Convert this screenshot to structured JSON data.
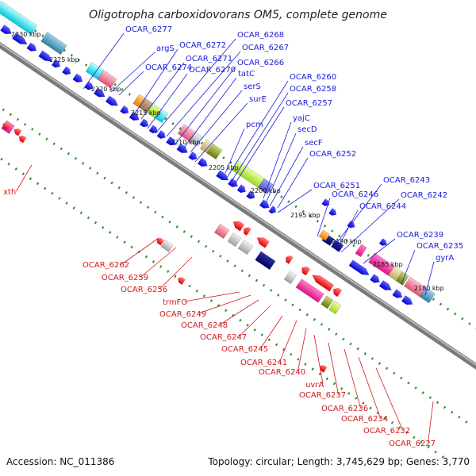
{
  "title": "Oligotropha carboxidovorans OM5, complete genome",
  "footer": {
    "accession": "Accession: NC_011386",
    "summary": "Topology: circular; Length: 3,745,629 bp; Genes: 3,770"
  },
  "colors": {
    "backbone": "#7a7a7a",
    "forward_cds": "#0000e0",
    "reverse_cds": "#e00000",
    "forward_label": "#1a1adb",
    "reverse_label": "#d11a1a",
    "tick": "#2e8b2e"
  },
  "kbp_ticks": [
    "2230 kbp",
    "2225 kbp",
    "2220 kbp",
    "2215 kbp",
    "2210 kbp",
    "2205 kbp",
    "2200 kbp",
    "2195 kbp",
    "2190 kbp",
    "2185 kbp",
    "2180 kbp"
  ],
  "forward_labels": [
    "OCAR_6277",
    "argS",
    "OCAR_6274",
    "OCAR_6272",
    "OCAR_6271",
    "OCAR_6270",
    "OCAR_6268",
    "OCAR_6267",
    "OCAR_6266",
    "tatC",
    "serS",
    "surE",
    "pcm",
    "OCAR_6260",
    "OCAR_6258",
    "OCAR_6257",
    "yajC",
    "secD",
    "secF",
    "OCAR_6252",
    "OCAR_6251",
    "OCAR_6246",
    "OCAR_6243",
    "OCAR_6242",
    "OCAR_6244",
    "OCAR_6239",
    "OCAR_6235",
    "gyrA"
  ],
  "reverse_labels": [
    "xth",
    "OCAR_6262",
    "OCAR_6259",
    "OCAR_6256",
    "trmFO",
    "OCAR_6249",
    "OCAR_6248",
    "OCAR_6247",
    "OCAR_6245",
    "OCAR_6241",
    "OCAR_6240",
    "uvrA",
    "OCAR_6237",
    "OCAR_6236",
    "OCAR_6234",
    "OCAR_6232",
    "OCAR_6227"
  ]
}
